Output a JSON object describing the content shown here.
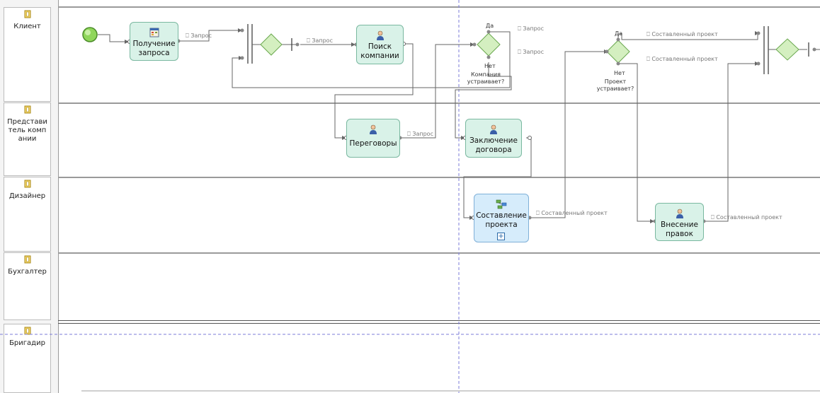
{
  "lanes": [
    {
      "label": "Клиент"
    },
    {
      "label": "Представитель компании"
    },
    {
      "label": "Дизайнер"
    },
    {
      "label": "Бухгалтер"
    },
    {
      "label": "Бригадир"
    }
  ],
  "tasks": {
    "get_request": "Получение запроса",
    "find_company": "Поиск компании",
    "negotiations": "Переговоры",
    "contract": "Заключение договора",
    "compose_project": "Составление проекта",
    "corrections": "Внесение правок"
  },
  "data_labels": {
    "request": "Запрос",
    "composed_project": "Составленный проект"
  },
  "gateway_labels": {
    "yes": "Да",
    "no": "Нет",
    "company_ok": "Компания устраивает?",
    "project_ok": "Проект устраивает?"
  },
  "colors": {
    "task_fill": "#d9f2e8",
    "subprocess_fill": "#d6ecfb",
    "gateway_fill": "#d4efc0",
    "start_event": "#8fd65a"
  },
  "icons": {
    "lane": "lane-pin-icon",
    "task": "user-task-icon",
    "get_request": "calendar-form-icon",
    "subprocess": "subprocess-icon",
    "data": "data-object-icon",
    "expand": "plus-icon"
  }
}
